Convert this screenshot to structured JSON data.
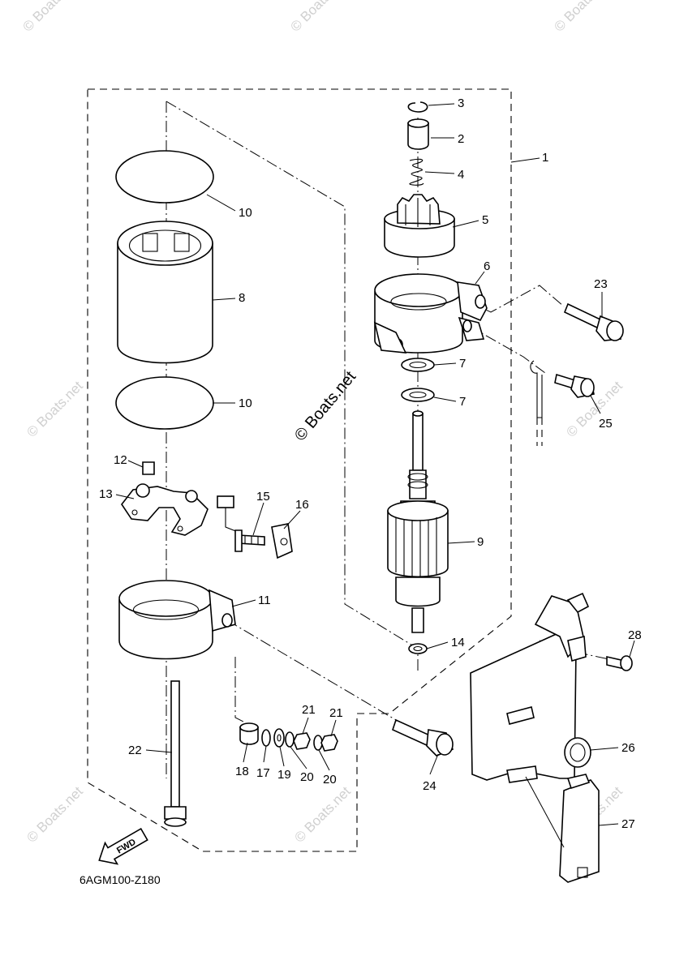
{
  "diagram_code": "6AGM100-Z180",
  "fwd_label": "FWD",
  "watermark_main": "© Boats.net",
  "watermark_faint": "© Boats.net",
  "callouts": {
    "c1": "1",
    "c2": "2",
    "c3": "3",
    "c4": "4",
    "c5": "5",
    "c6": "6",
    "c7a": "7",
    "c7b": "7",
    "c8": "8",
    "c9": "9",
    "c10a": "10",
    "c10b": "10",
    "c11": "11",
    "c12": "12",
    "c13": "13",
    "c14": "14",
    "c15": "15",
    "c16": "16",
    "c17": "17",
    "c18": "18",
    "c19": "19",
    "c20a": "20",
    "c20b": "20",
    "c21a": "21",
    "c21b": "21",
    "c22": "22",
    "c23": "23",
    "c24": "24",
    "c25": "25",
    "c26": "26",
    "c27": "27",
    "c28": "28"
  }
}
